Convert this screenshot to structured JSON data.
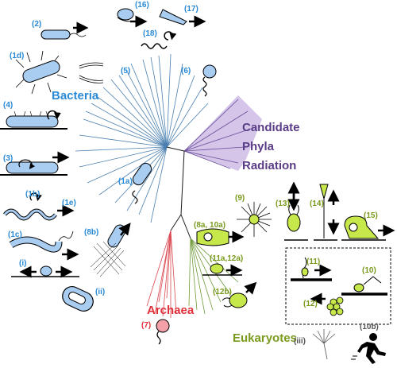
{
  "colors": {
    "bacteria": "#2a8ad6",
    "archaea": "#e0303a",
    "eukaryotes": "#7a9a1e",
    "cpr": "#5a3c86",
    "cell_blue": "#a9cdf0",
    "cell_green": "#c6e84a",
    "cell_pink": "#f4a0a8"
  },
  "groups": {
    "bacteria": "Bacteria",
    "cpr_line1": "Candidate",
    "cpr_line2": "Phyla",
    "cpr_line3": "Radiation",
    "archaea": "Archaea",
    "eukaryotes": "Eukaryotes"
  },
  "labels": {
    "l2": "(2)",
    "l16": "(16)",
    "l17": "(17)",
    "l18": "(18)",
    "l1d": "(1d)",
    "l5": "(5)",
    "l6": "(6)",
    "l4": "(4)",
    "l3": "(3)",
    "l1a": "(1a)",
    "l1b": "(1b)",
    "l1e": "(1e)",
    "l1c": "(1c)",
    "l8b": "(8b)",
    "li": "(i)",
    "lii": "(ii)",
    "l9": "(9)",
    "l8a10a": "(8a, 10a)",
    "l13": "(13)",
    "l14": "(14)",
    "l15": "(15)",
    "l11a12a": "(11a,12a)",
    "l11": "(11)",
    "l10": "(10)",
    "l12b": "(12b)",
    "l12": "(12)",
    "l7": "(7)",
    "liii": "(iii)",
    "l10b": "(10b)"
  }
}
